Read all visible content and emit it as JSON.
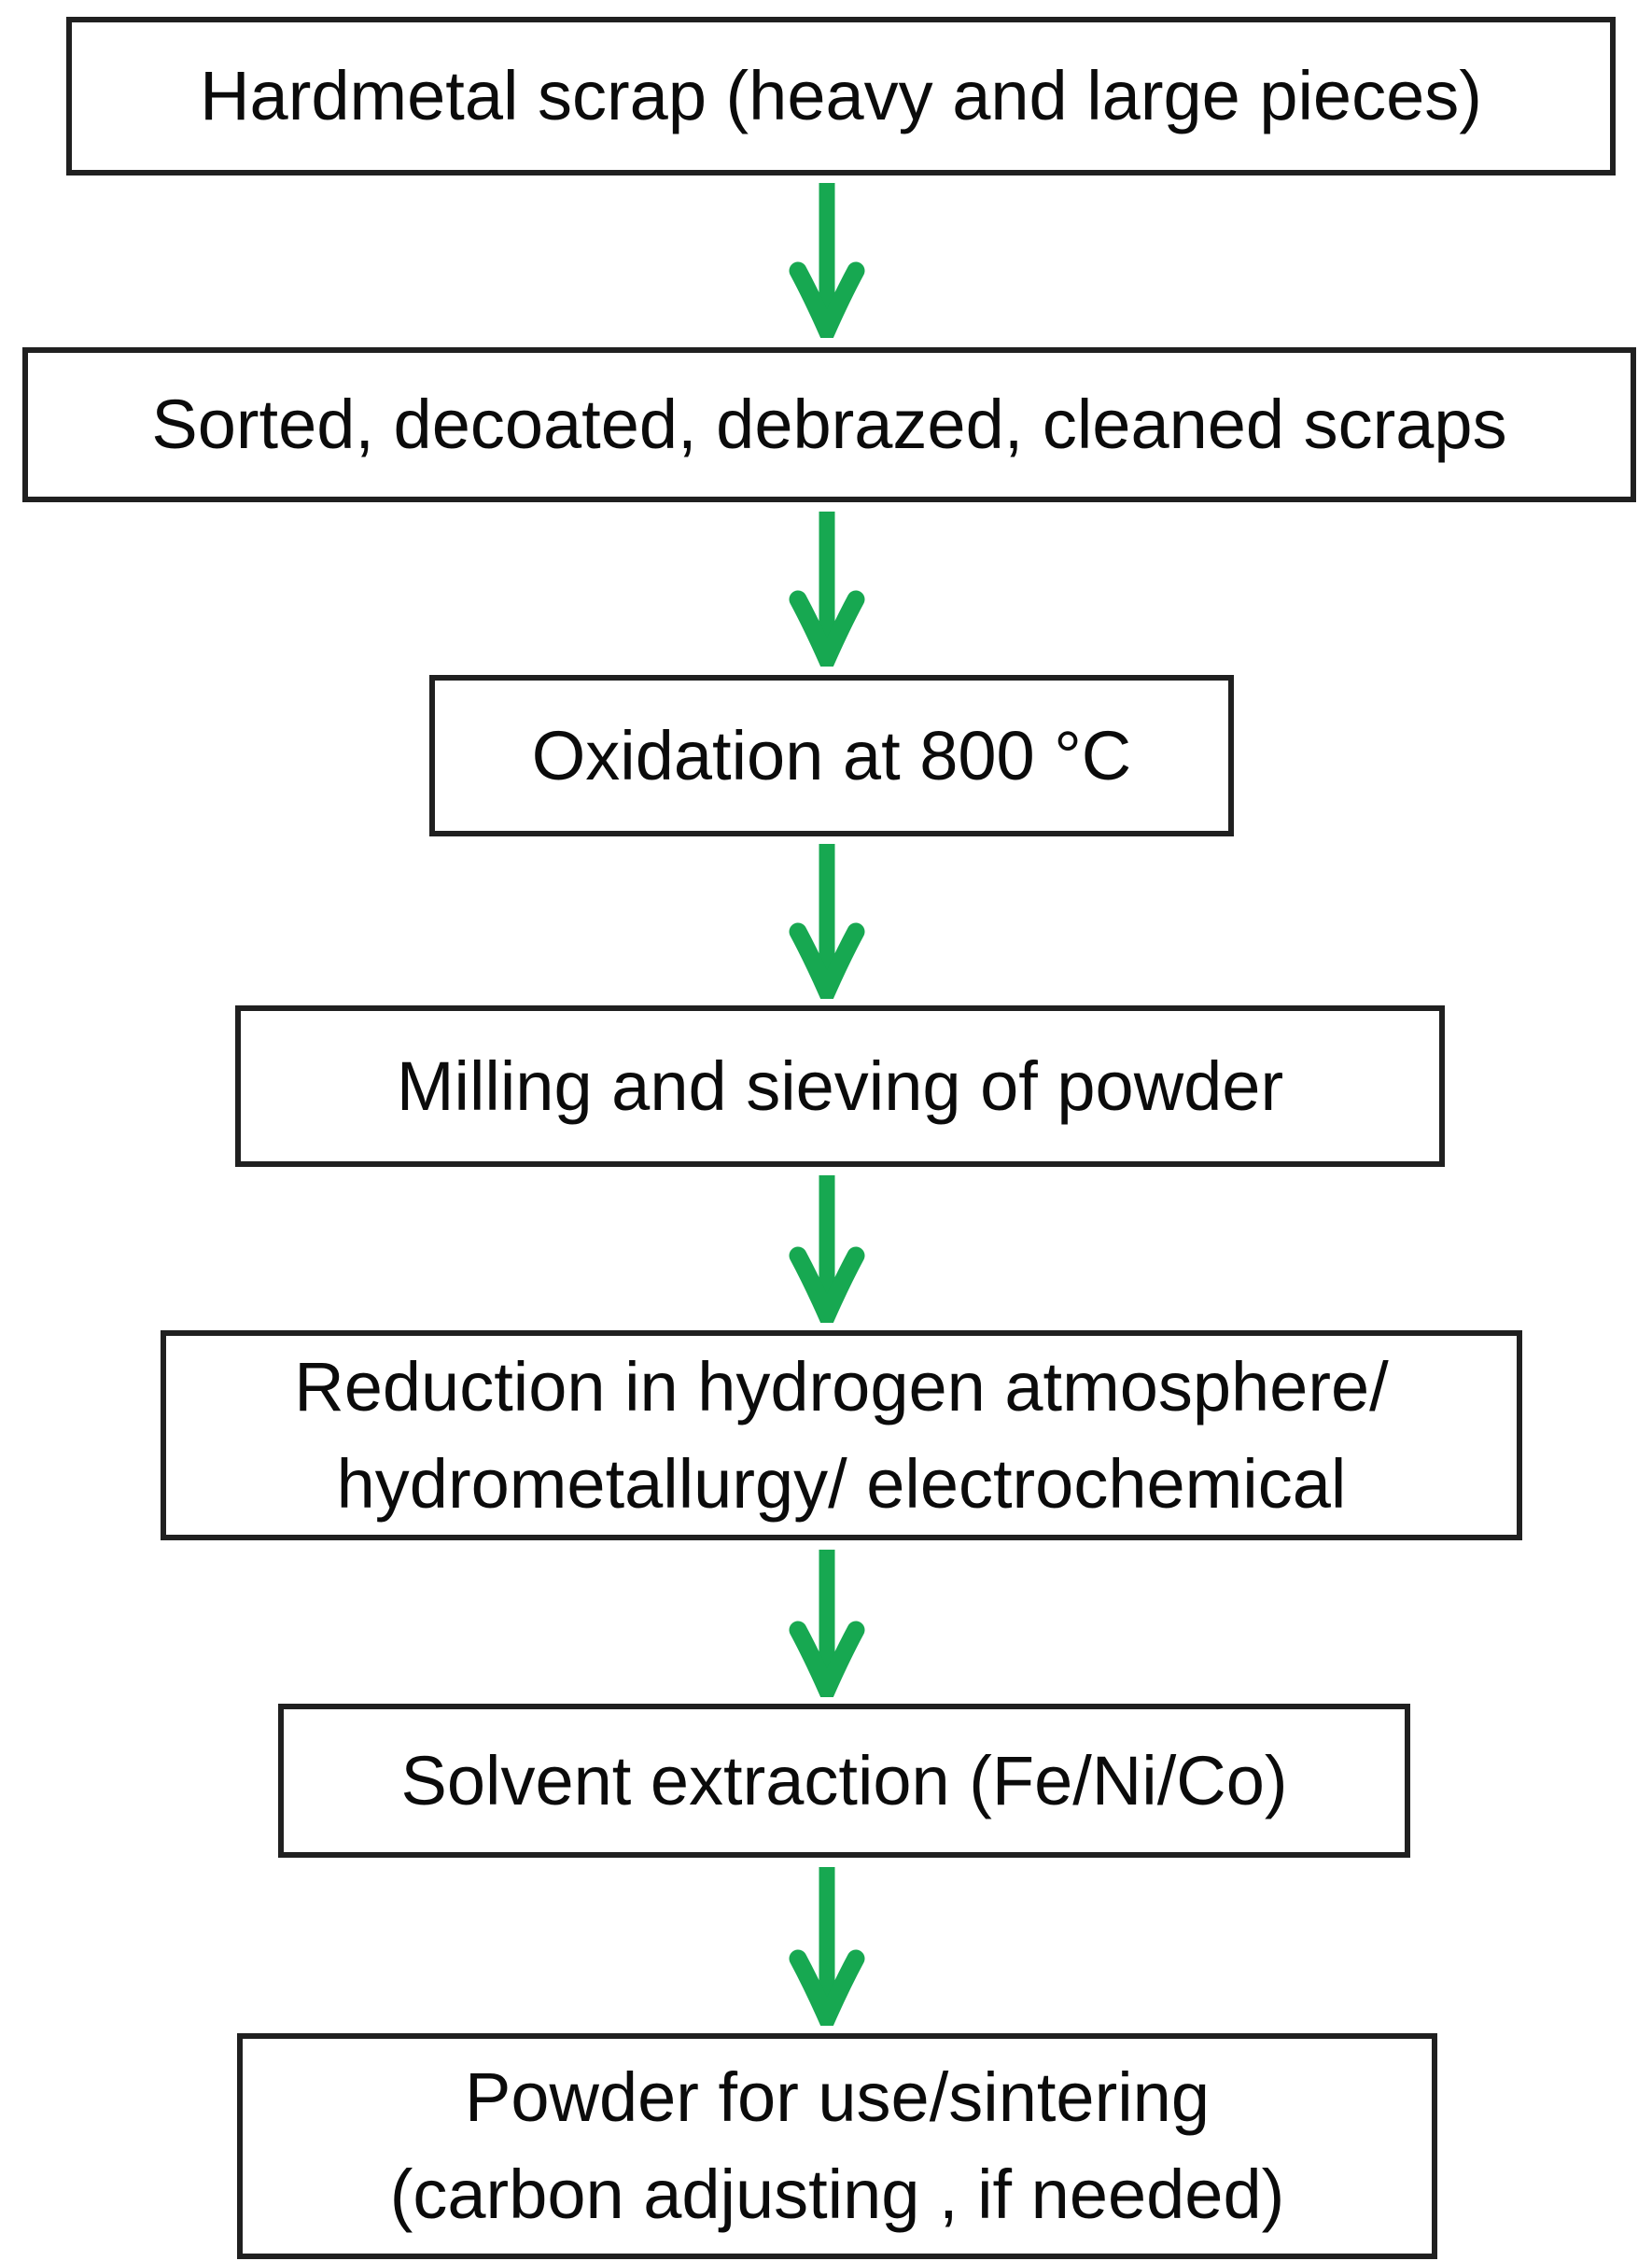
{
  "figure": {
    "type": "flowchart",
    "direction": "top-down",
    "background_color": "#ffffff",
    "box_fill_color": "#ffffff",
    "box_border_color": "#202020",
    "text_color": "#0b0b0b",
    "arrow_color": "#17a851",
    "arrow_direction": "down",
    "arrow_icon": "down-arrow",
    "steps": [
      {
        "id": 1,
        "lines": [
          "Hardmetal scrap (heavy and large pieces)"
        ]
      },
      {
        "id": 2,
        "lines": [
          "Sorted, decoated, debrazed, cleaned scraps"
        ]
      },
      {
        "id": 3,
        "lines": [
          "Oxidation at 800 °C"
        ]
      },
      {
        "id": 4,
        "lines": [
          "Milling and sieving of powder"
        ]
      },
      {
        "id": 5,
        "lines": [
          "Reduction in hydrogen atmosphere/",
          "hydrometallurgy/ electrochemical"
        ]
      },
      {
        "id": 6,
        "lines": [
          "Solvent extraction (Fe/Ni/Co)"
        ]
      },
      {
        "id": 7,
        "lines": [
          "Powder for use/sintering",
          "(carbon adjusting , if needed)"
        ]
      }
    ]
  }
}
